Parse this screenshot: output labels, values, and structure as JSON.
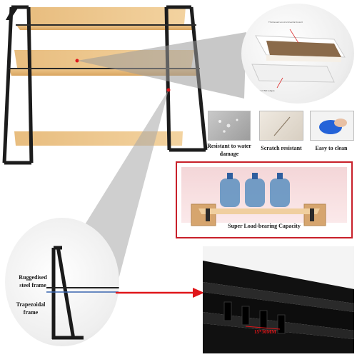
{
  "features": {
    "water": "Resistant to water damage",
    "scratch": "Scratch resistant",
    "clean": "Easy to clean"
  },
  "load_panel": {
    "caption": "Super Load-bearing Capacity"
  },
  "detail_circle": {
    "label_frame": "Ruggedised steel frame",
    "label_trapezoid": "Trapezoidal frame"
  },
  "tube_panel": {
    "dimension": "15*30MM"
  },
  "board_circle": {
    "note_top": "Thickened environmental board",
    "note_edge": "Fine and flat edges"
  },
  "colors": {
    "wood": "#e3b77d",
    "steel": "#1c1c1c",
    "callout_red": "#e0161a",
    "load_border": "#c8202a"
  }
}
